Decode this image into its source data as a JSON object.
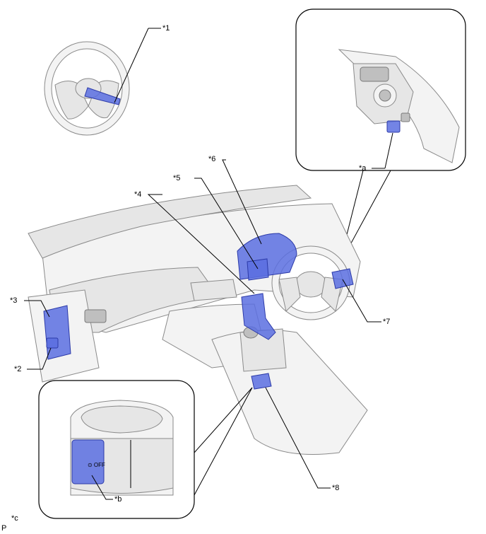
{
  "labels": {
    "l1": "*1",
    "l2": "*2",
    "l3": "*3",
    "l4": "*4",
    "l5": "*5",
    "l6": "*6",
    "l7": "*7",
    "l8": "*8",
    "la": "*a",
    "lb": "*b",
    "lc": "*c",
    "corner": "P"
  },
  "colors": {
    "part_highlight": "#5b6fe0",
    "line": "#000000"
  }
}
